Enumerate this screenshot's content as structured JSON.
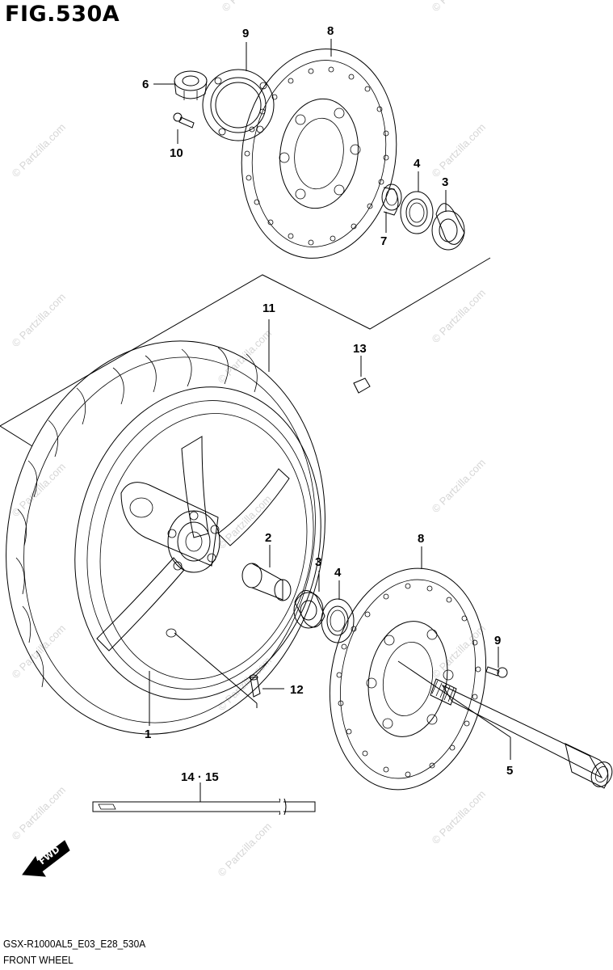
{
  "figure": {
    "title": "FIG.530A",
    "model_code": "GSX-R1000AL5_E03_E28_530A",
    "name": "FRONT WHEEL"
  },
  "watermark": "© Partzilla.com",
  "callouts": {
    "c1": "1",
    "c2": "2",
    "c3a": "3",
    "c3b": "3",
    "c4a": "4",
    "c4b": "4",
    "c5": "5",
    "c6": "6",
    "c7": "7",
    "c8a": "8",
    "c8b": "8",
    "c9a": "9",
    "c9b": "9",
    "c10": "10",
    "c11": "11",
    "c12": "12",
    "c13": "13",
    "c14": "14 · 15"
  },
  "direction_arrow": "FWD",
  "colors": {
    "line": "#000000",
    "watermark": "#d6d6d6",
    "background": "#ffffff"
  }
}
